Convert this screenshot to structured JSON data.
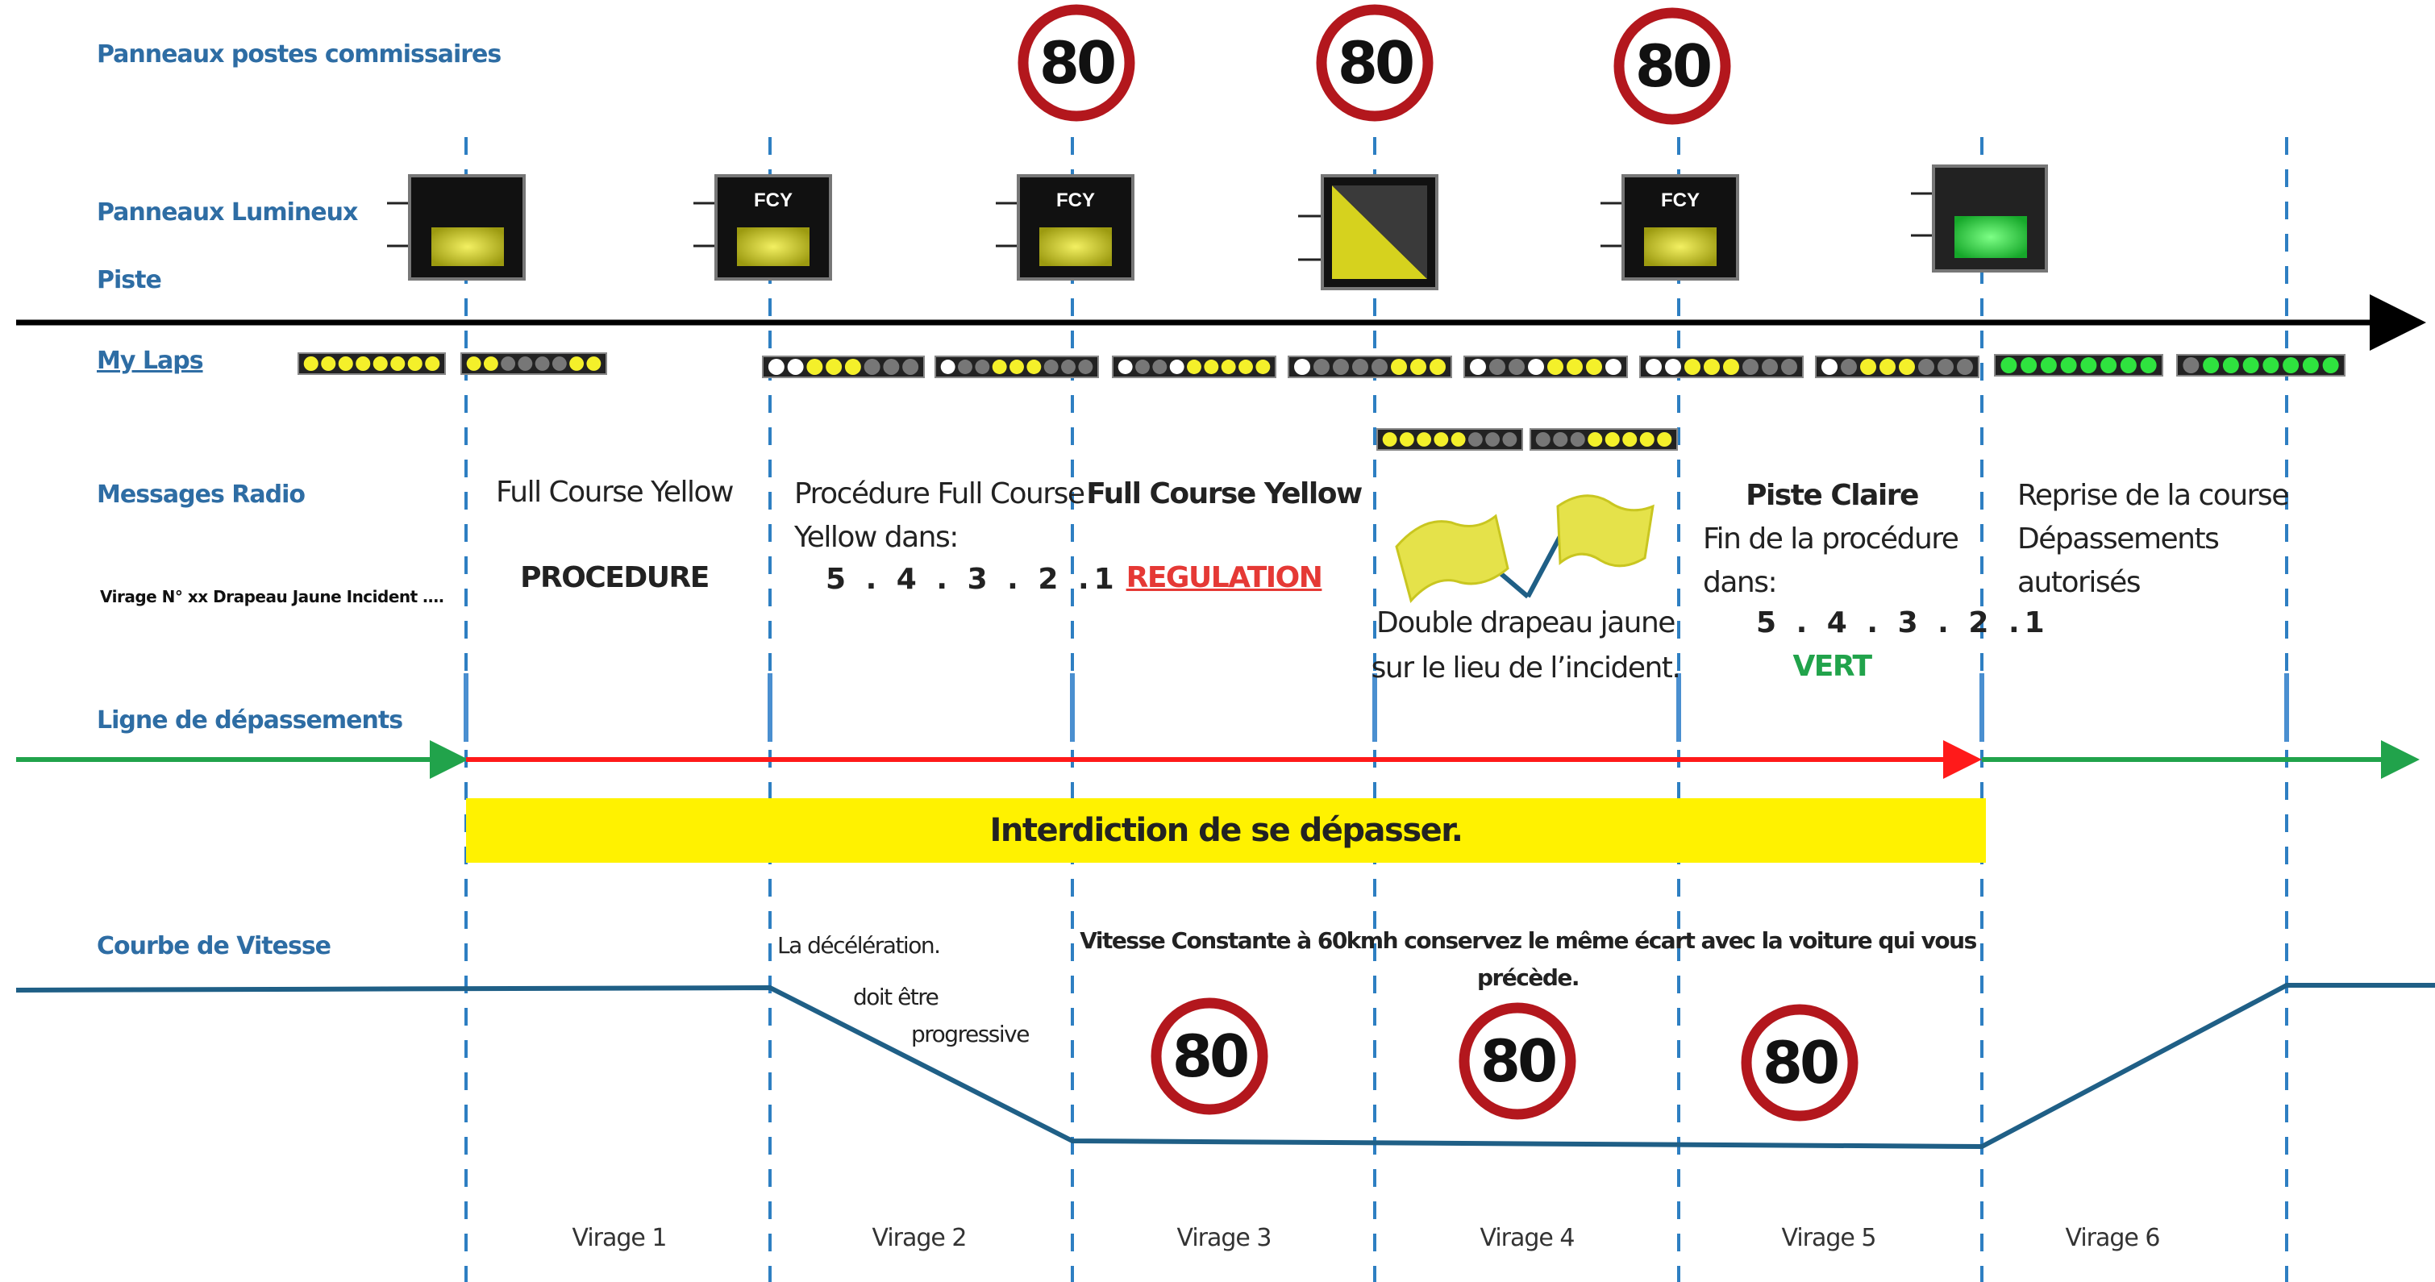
{
  "labels": {
    "panneaux_postes": "Panneaux postes commissaires",
    "panneaux_lumineux": "Panneaux Lumineux",
    "piste": "Piste",
    "my_laps": "My Laps",
    "messages_radio": "Messages Radio",
    "virage_note": "Virage N° xx Drapeau Jaune Incident ….",
    "ligne_depassements": "Ligne de dépassements",
    "courbe_vitesse": "Courbe de Vitesse"
  },
  "speed_sign_value": "80",
  "fcy_label": "FCY",
  "messages": {
    "m1_line1": "Full Course Yellow",
    "m1_line2": "PROCEDURE",
    "m2_line1": "Procédure Full Course",
    "m2_line2": "Yellow dans:",
    "m2_count": "5 . 4 . 3 . 2 .1",
    "m3_line1": "Full Course Yellow",
    "m3_line2": "REGULATION",
    "m4_line1": "Double drapeau jaune",
    "m4_line2": "sur le lieu de l’incident.",
    "m5_title": "Piste Claire",
    "m5_line1": "Fin de la procédure",
    "m5_line2": "dans:",
    "m5_count": "5 . 4 . 3 . 2 .1",
    "m5_vert": "VERT",
    "m6_line1": "Reprise de la course",
    "m6_line2": "Dépassements",
    "m6_line3": "autorisés"
  },
  "banner": "Interdiction de se dépasser.",
  "speed_notes": {
    "decel_1": "La décélération.",
    "decel_2": "doit être",
    "decel_3": "progressive",
    "constant_1": "Vitesse Constante à 60kmh conservez le même écart avec la voiture qui vous",
    "constant_2": "précède."
  },
  "virages": [
    "Virage 1",
    "Virage 2",
    "Virage 3",
    "Virage 4",
    "Virage 5",
    "Virage 6"
  ],
  "colors": {
    "label_blue": "#2e6da4",
    "track_black": "#000000",
    "overtake_green": "#21a34b",
    "overtake_red": "#ff1a1a",
    "banner_yellow": "#fff200",
    "speed_curve": "#1f5f86",
    "divider_blue": "#2e7fc2",
    "sign_red": "#b3171d",
    "fcy_yellow": "#e0dc20",
    "green_light": "#29d640"
  },
  "my_laps": [
    {
      "dots": "yyyyyyyy"
    },
    {
      "dots": "yyggggyy"
    },
    {
      "dots": "wwyyyggg"
    },
    {
      "dots": "wggyyyggg"
    },
    {
      "dots": "wggwyyyyy"
    },
    {
      "dots": "wggggyyy"
    },
    {
      "dots": "wggwyyyw"
    },
    {
      "dots": "wwyyyggg"
    },
    {
      "dots": "wgyyyggg"
    },
    {
      "dots": "nnnnnnnn"
    },
    {
      "dots": "gnnnnnnn"
    },
    {
      "dots": "yyyyyggg"
    },
    {
      "dots": "gggyyyyy"
    }
  ]
}
